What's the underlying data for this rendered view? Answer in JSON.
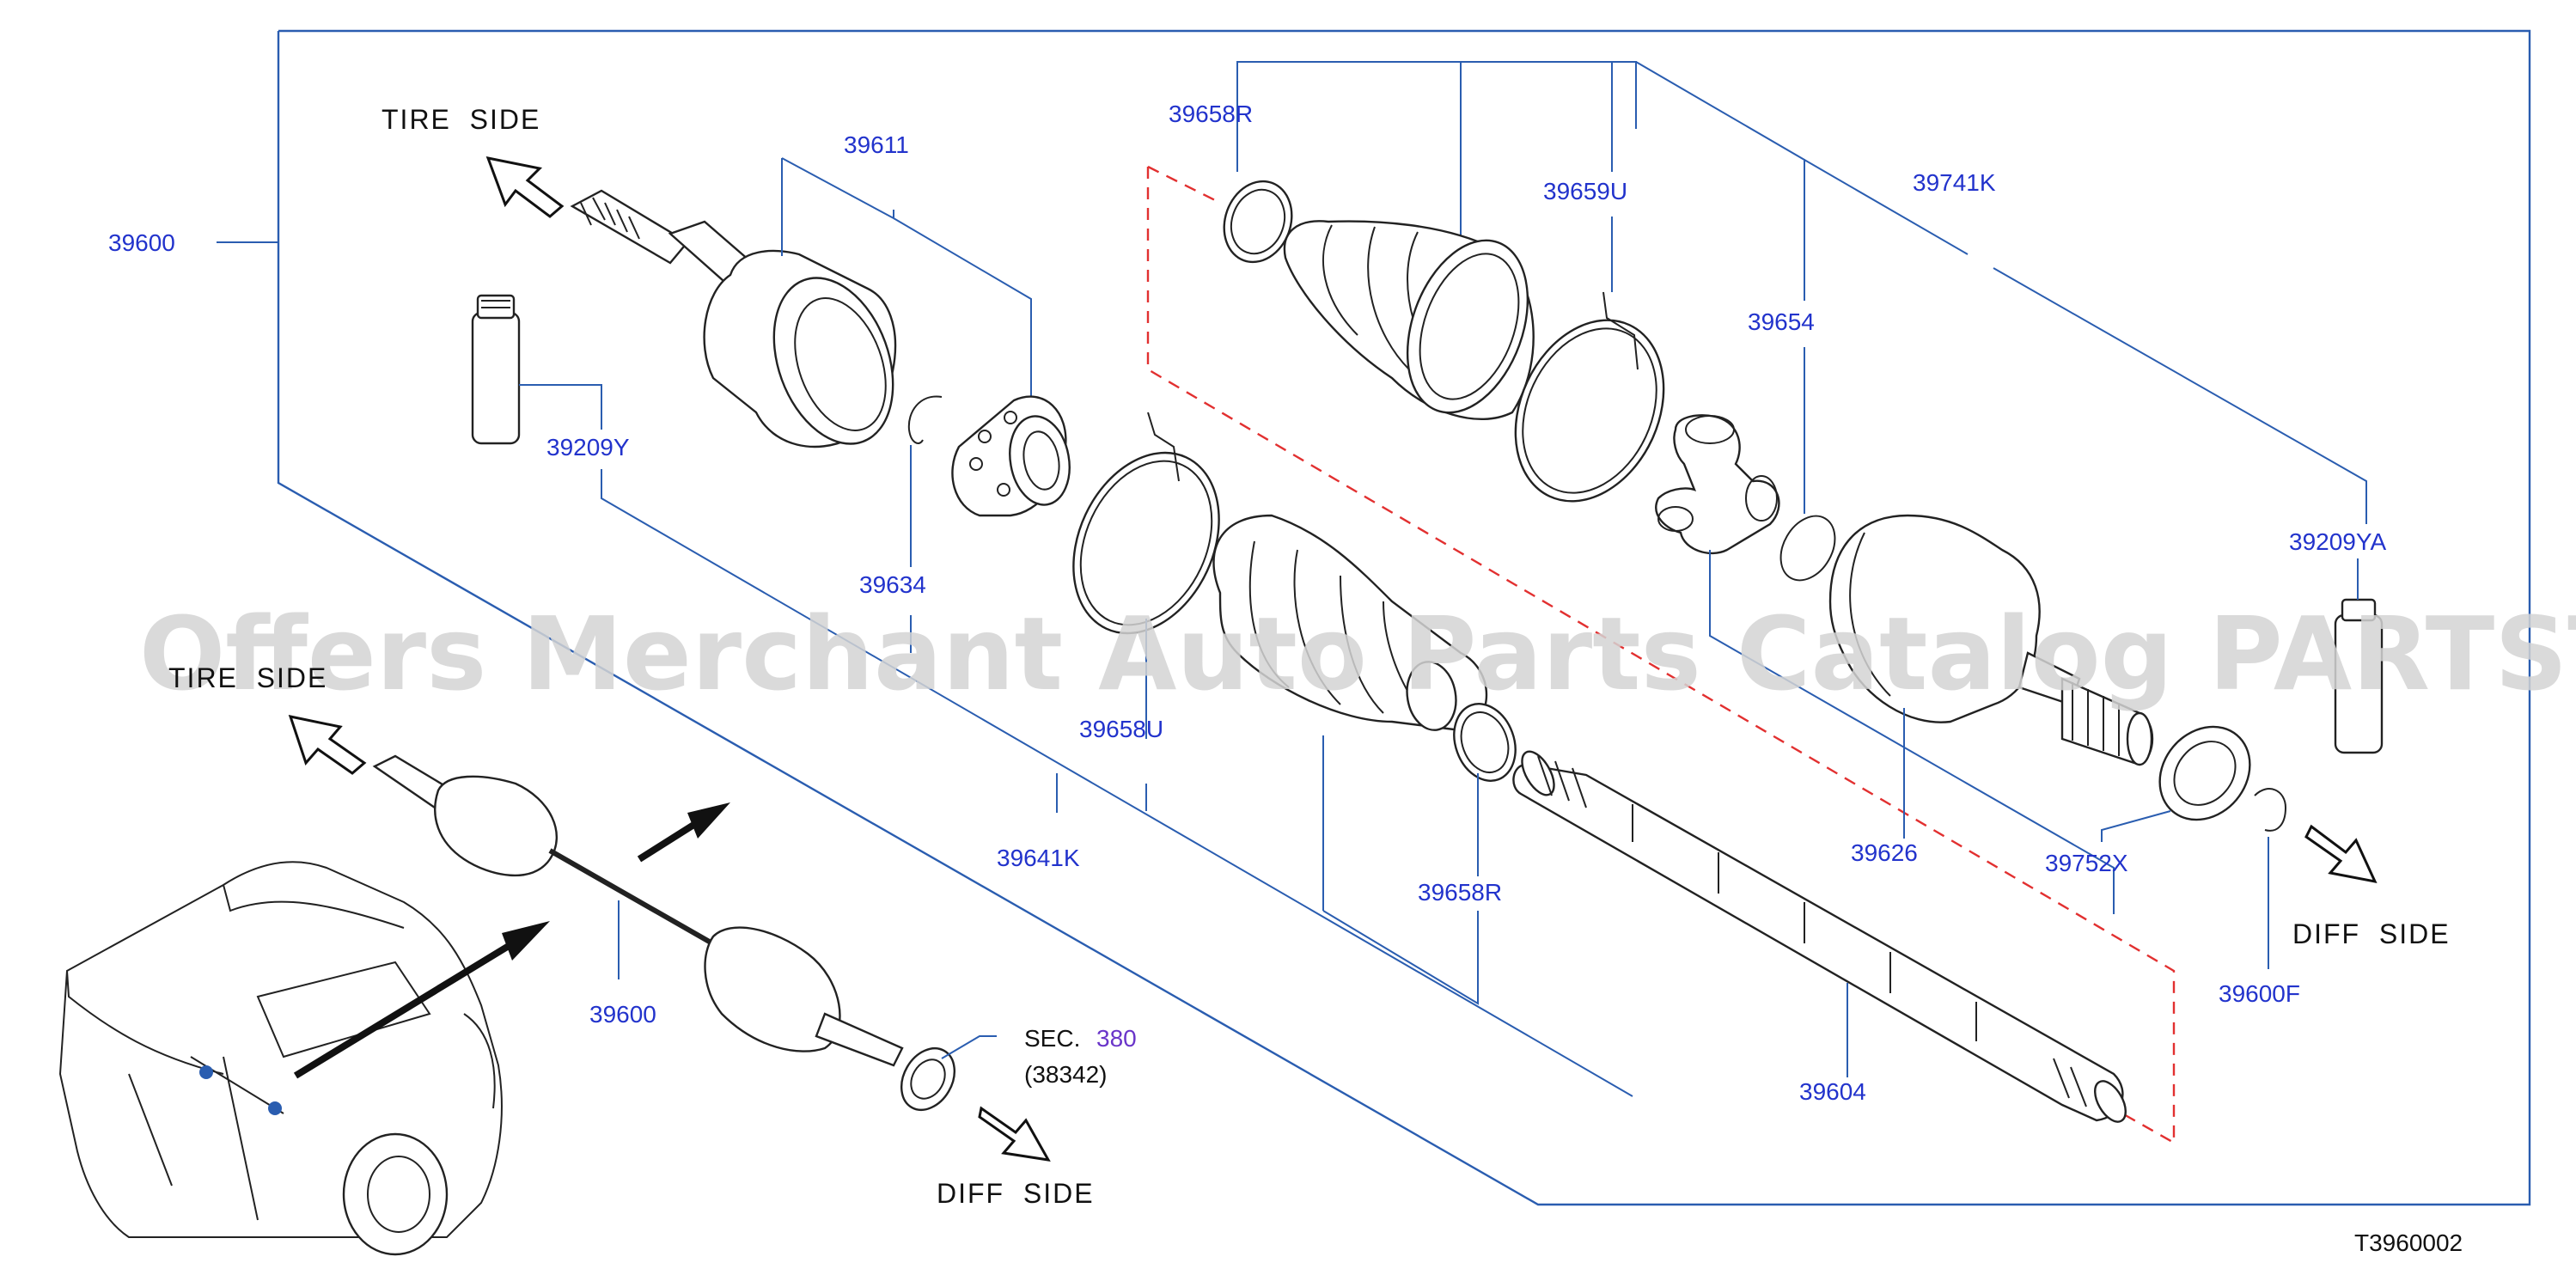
{
  "diagram_code": "T3960002",
  "watermark": "Offers Merchant Auto Parts Catalog PARTSTORE.SA",
  "direction_labels": {
    "tire_side_top": "TIRE  SIDE",
    "tire_side_vehicle": "TIRE  SIDE",
    "diff_side_right": "DIFF  SIDE",
    "diff_side_bottom": "DIFF  SIDE"
  },
  "section_ref": {
    "prefix": "SEC.",
    "number": "380",
    "sub": "(38342)"
  },
  "part_numbers": {
    "p39600_main": "39600",
    "p39611": "39611",
    "p39209Y": "39209Y",
    "p39634": "39634",
    "p39658R_top": "39658R",
    "p39659U": "39659U",
    "p39741K": "39741K",
    "p39654": "39654",
    "p39209YA": "39209YA",
    "p39658U": "39658U",
    "p39641K": "39641K",
    "p39658R_bottom": "39658R",
    "p39626": "39626",
    "p39752X": "39752X",
    "p39600F": "39600F",
    "p39604": "39604",
    "p39600_vehicle": "39600"
  }
}
